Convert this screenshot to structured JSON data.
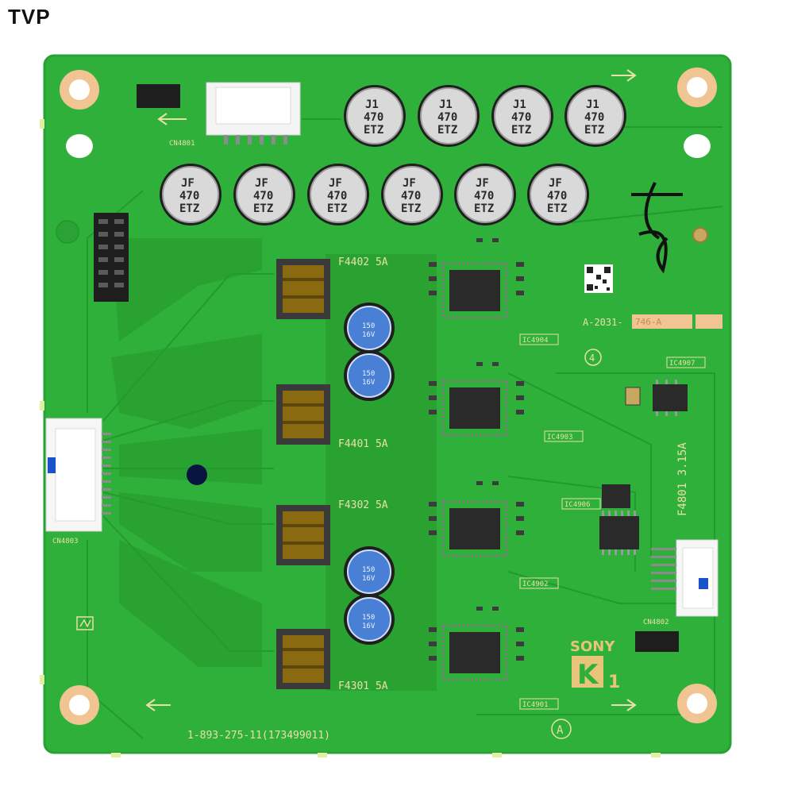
{
  "brand": "TVP",
  "colors": {
    "pcb": "#2fb03a",
    "pcb_dark": "#27972f",
    "silk": "#e8e0a8",
    "pad": "#f1c493",
    "chip": "#2a2a2a"
  },
  "connectors": {
    "top": "CN4801",
    "left": "CN4803",
    "right": "CN4802"
  },
  "fuses": {
    "f4402": "F4402 5A",
    "f4401": "F4401 5A",
    "f4302": "F4302 5A",
    "f4301": "F4301 5A",
    "f4801": "F4801 3.15A"
  },
  "ics": {
    "ic4904": "IC4904",
    "ic4903": "IC4903",
    "ic4906": "IC4906",
    "ic4902": "IC4902",
    "ic4901": "IC4901",
    "ic4907": "IC4907"
  },
  "capacitor_labels": {
    "top_row": [
      "J1",
      "470",
      "ETZ"
    ],
    "second_row": [
      "JF",
      "470",
      "ETZ"
    ],
    "blue": [
      "150",
      "16V"
    ]
  },
  "board_code": "A-2031-",
  "board_code_suffix": "746-A",
  "part_number": "1-893-275-11(173499011)",
  "logo": {
    "sony": "SONY",
    "k": "K",
    "k_num": "1"
  },
  "markers": {
    "circle_4": "4",
    "circle_a": "A"
  }
}
